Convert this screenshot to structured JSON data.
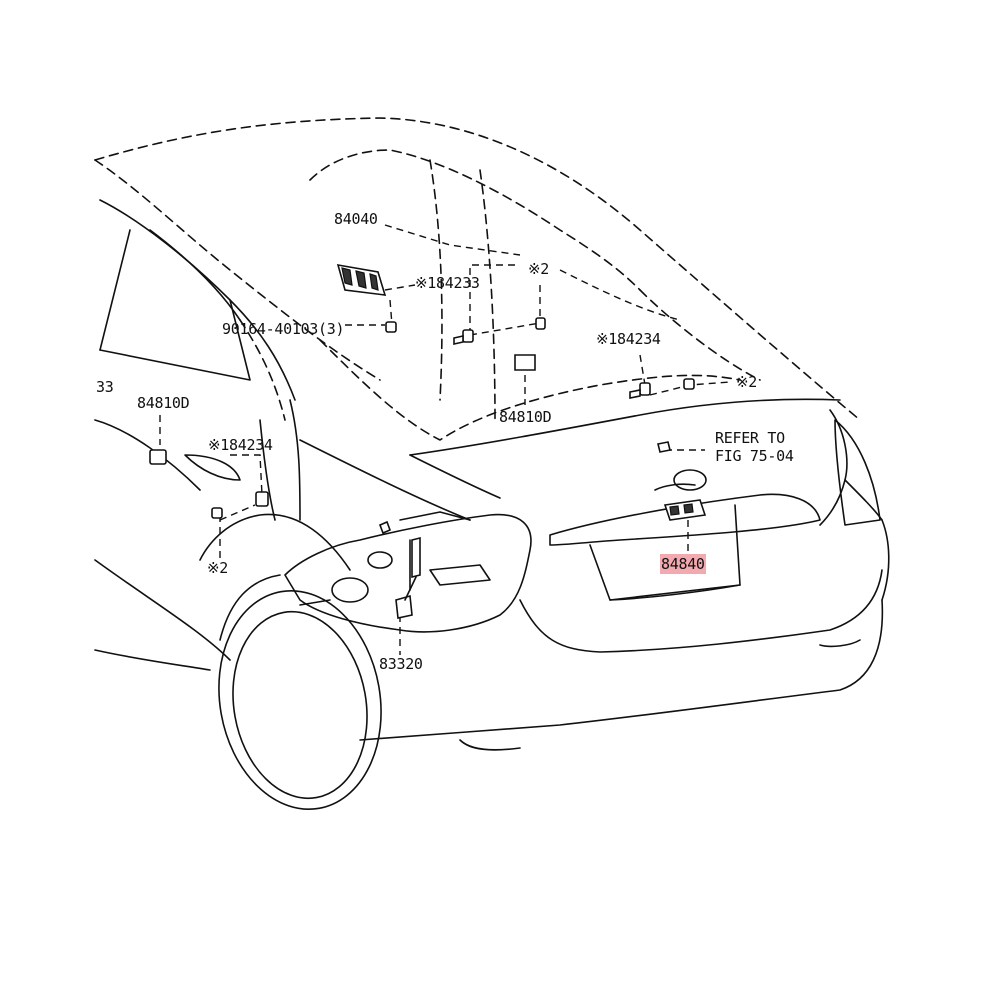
{
  "labels": {
    "p84040": "84040",
    "p84233": "※184233",
    "note2_top": "※2",
    "p90164": "90164-40103(3)",
    "p84234_right": "※184234",
    "p84810d_center": "84810D",
    "note2_right": "※2",
    "p84810d_left": "84810D",
    "p84234_left": "※184234",
    "note2_left": "※2",
    "refer_line1": "REFER TO",
    "refer_line2": "FIG 75-04",
    "p84840": "84840",
    "p83320": "83320",
    "edge_fragment": "33"
  },
  "colors": {
    "highlight": "#f3a9b0",
    "line": "#111111"
  }
}
